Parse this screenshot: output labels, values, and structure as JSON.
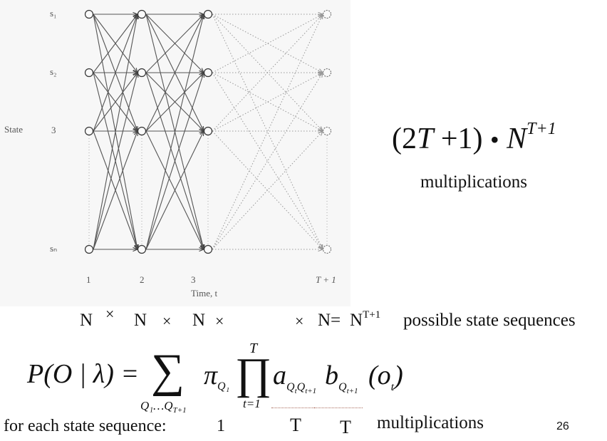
{
  "trellis": {
    "state_labels": [
      "s₁",
      "s₂",
      "3",
      "sₙ"
    ],
    "state_axis_label": "State",
    "time_labels": [
      "1",
      "2",
      "3",
      "T + 1"
    ],
    "time_axis_label": "Time, t"
  },
  "complexity": {
    "open": "(2",
    "T": "T",
    "plus1": " +1)",
    "bullet": "•",
    "N": "N",
    "exponent": "T+1",
    "label": "multiplications"
  },
  "sequence_count": {
    "n1": "N",
    "x1": "×",
    "n2": "N",
    "x2": "×",
    "n3": "N",
    "x3": "×",
    "x4": "×",
    "n4": "N=",
    "base": "N",
    "exp": "T+1",
    "text": "possible state sequences"
  },
  "formula": {
    "lhs": "P(O | λ) =",
    "sum_symbol": "∑",
    "sum_sub": "Q₁…Q",
    "sum_sub_tail": "T+1",
    "pi": "π",
    "pi_sub": "Q₁",
    "prod_symbol": "∏",
    "prod_top": "T",
    "prod_bottom": "t=1",
    "a": "a",
    "a_sub": "Q",
    "a_sub2": "t",
    "a_sub3": "Q",
    "a_sub4": "t+1",
    "b": "b",
    "b_sub": "Q",
    "b_sub2": "t+1",
    "obs": "(o",
    "obs_sub": "t",
    "obs_close": ")"
  },
  "per_sequence": {
    "label": "for each state sequence:",
    "one": "1",
    "t1": "T",
    "t2": "T",
    "text": "multiplications"
  },
  "page_number": "26"
}
